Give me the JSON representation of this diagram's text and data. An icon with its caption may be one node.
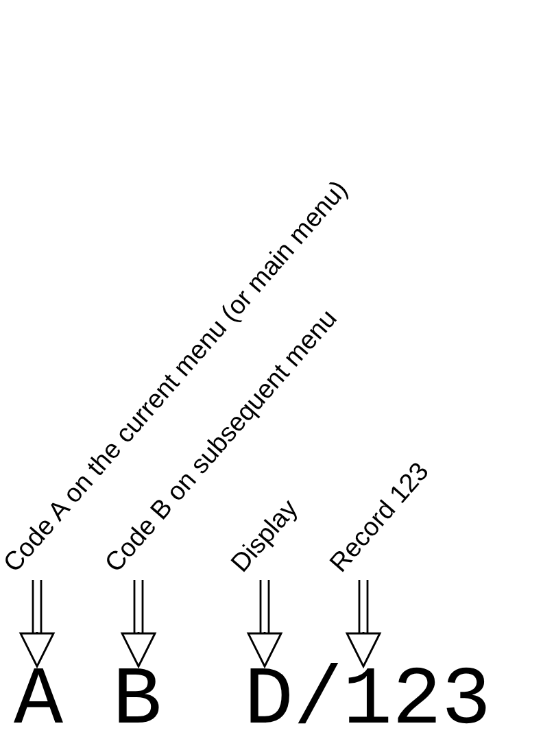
{
  "diagram": {
    "nodes": [
      {
        "text": [
          "Code A on the current  menu (or main menu)"
        ]
      },
      {
        "text": [
          "Code B on subsequent  menu"
        ]
      },
      {
        "text": [
          "Display"
        ]
      },
      {
        "text": [
          "Record 123"
        ]
      },
      {
        "text": [
          "A"
        ]
      },
      {
        "text": [
          "B"
        ]
      },
      {
        "text": [
          "D"
        ]
      },
      {
        "text": [
          "/123"
        ]
      }
    ],
    "edges": [
      {
        "from": 0,
        "to": 4,
        "arrow": "to"
      },
      {
        "from": 1,
        "to": 5,
        "arrow": "to"
      },
      {
        "from": 2,
        "to": 6,
        "arrow": "to"
      },
      {
        "from": 3,
        "to": 7,
        "arrow": "to"
      }
    ]
  }
}
